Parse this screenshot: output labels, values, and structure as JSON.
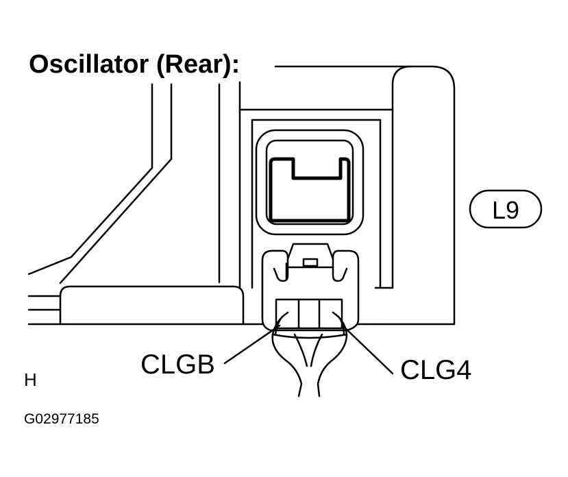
{
  "title": "Oscillator (Rear):",
  "connector_code": "L9",
  "callouts": {
    "left": "CLGB",
    "right": "CLG4"
  },
  "view_letter": "H",
  "figure_id": "G02977185"
}
